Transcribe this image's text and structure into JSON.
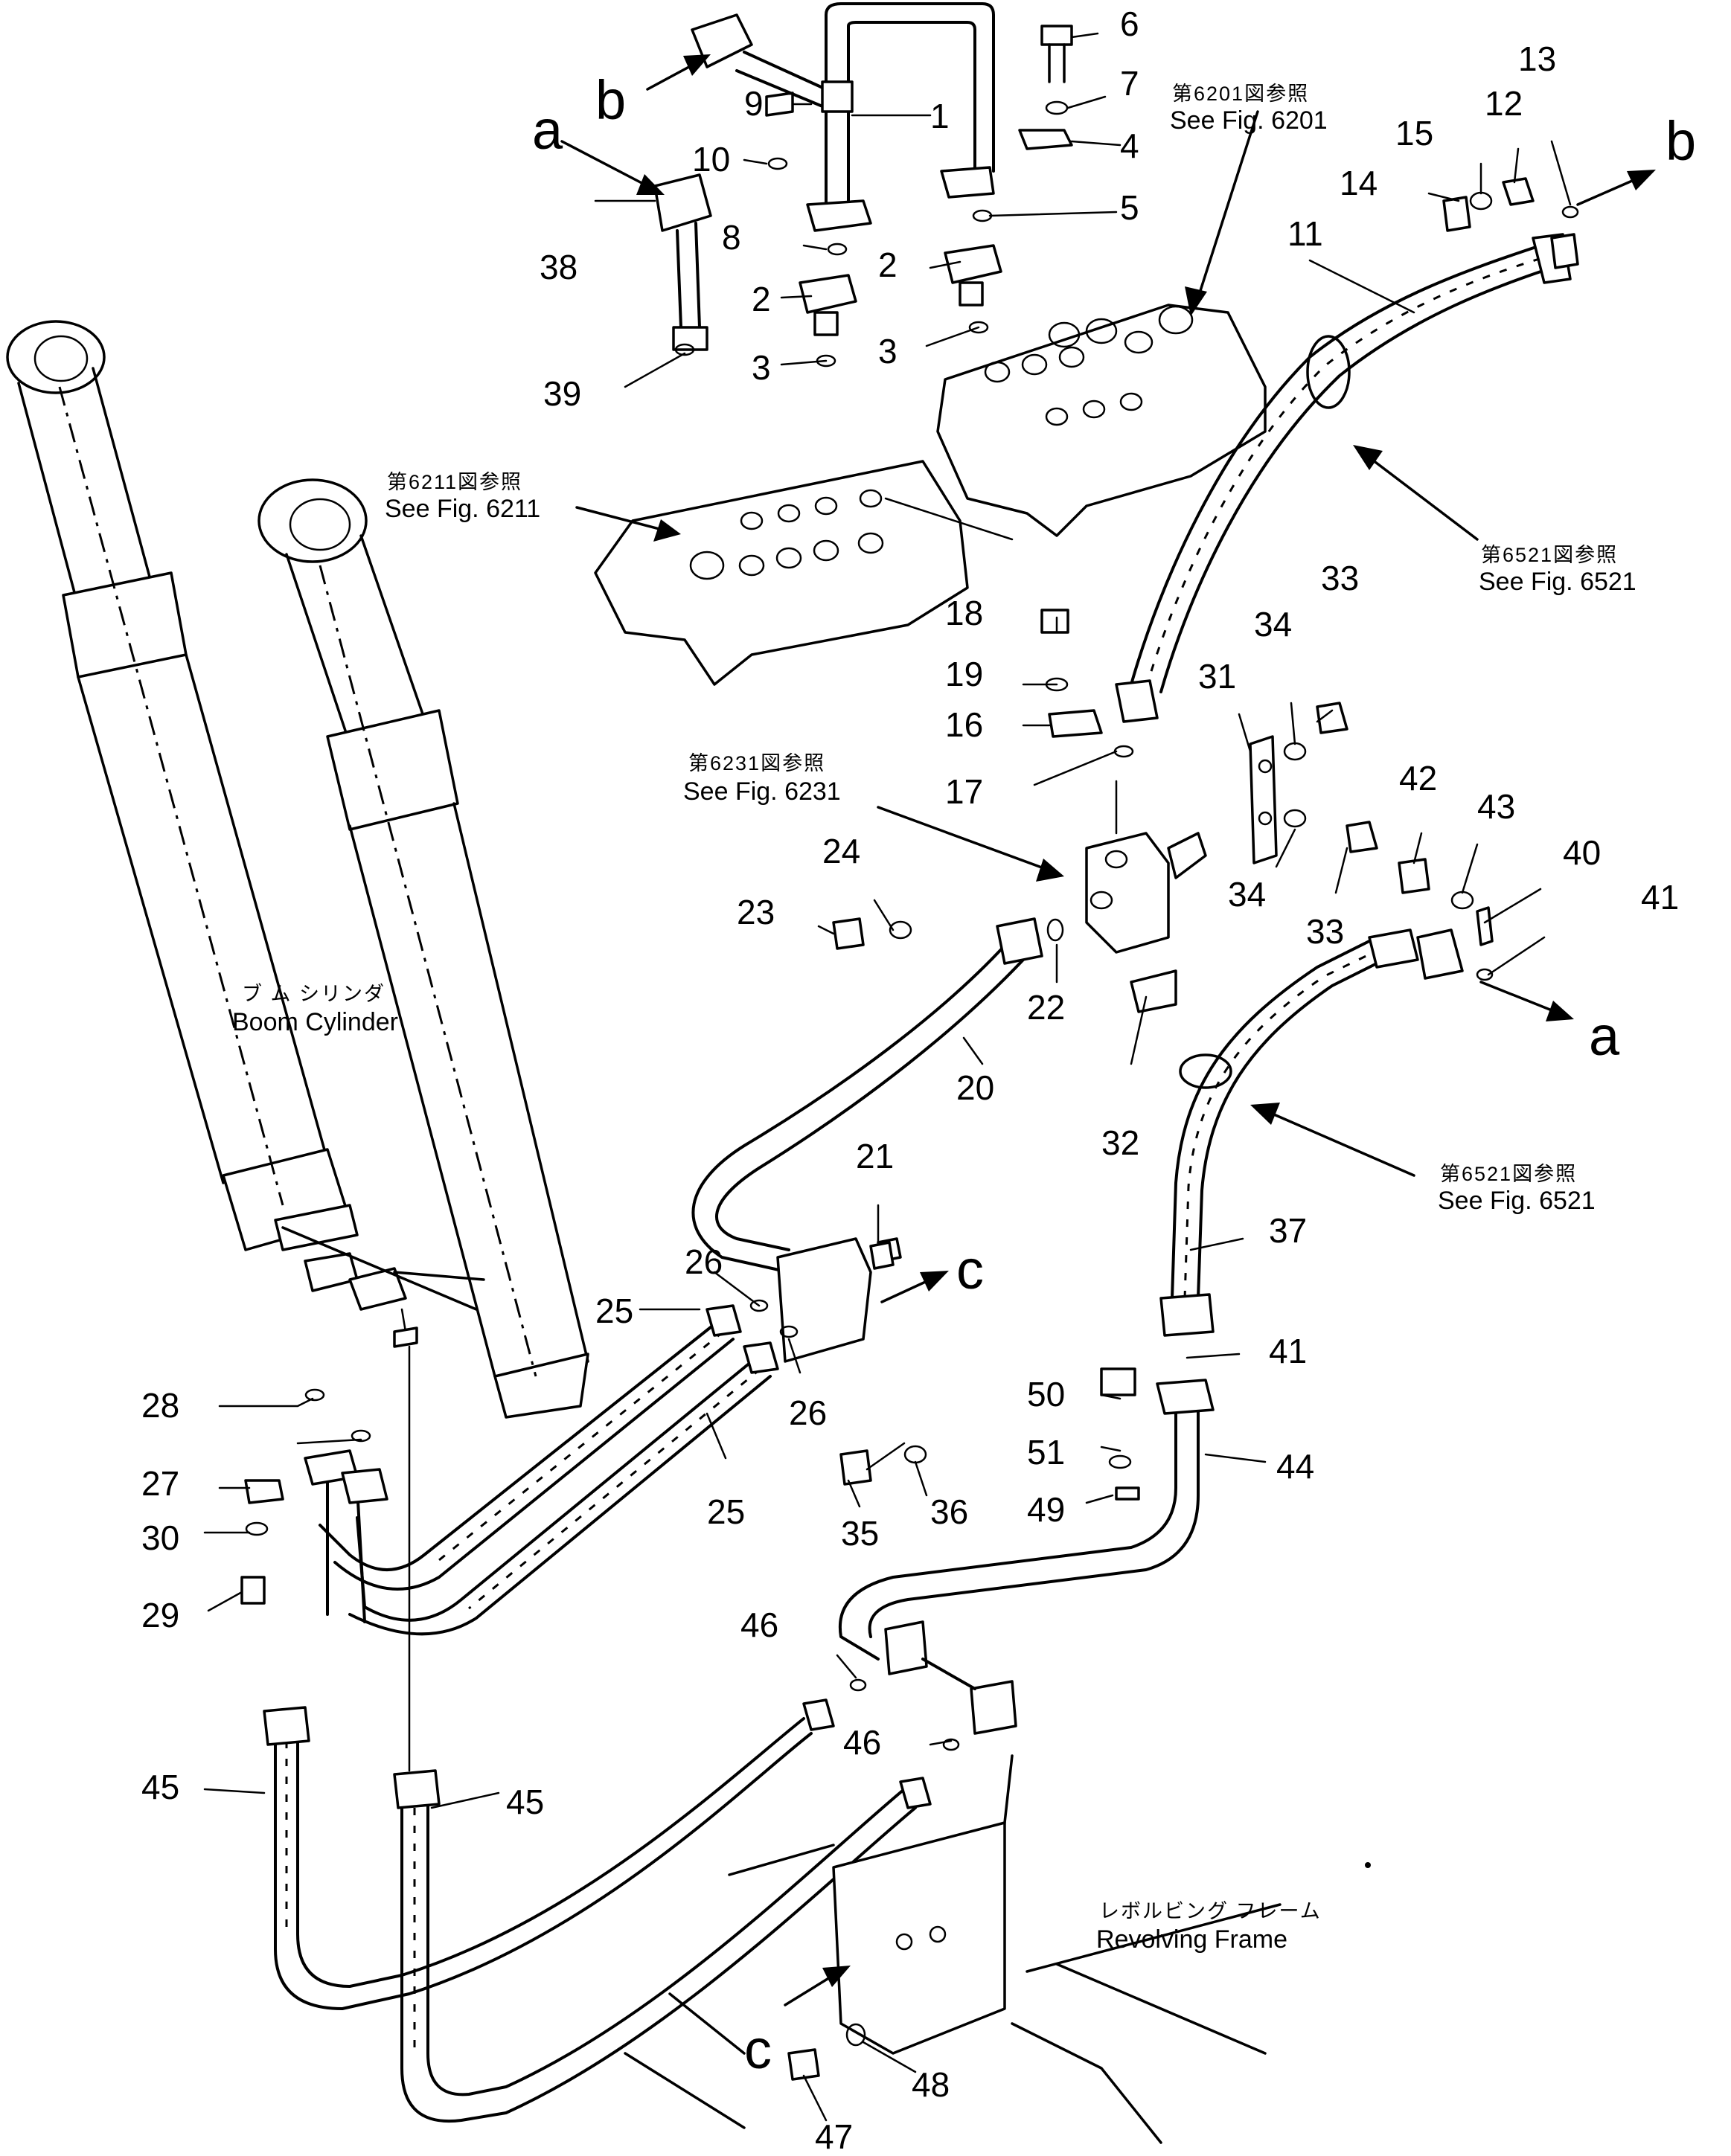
{
  "callouts": [
    "1",
    "2",
    "2",
    "3",
    "3",
    "4",
    "5",
    "6",
    "7",
    "8",
    "9",
    "10",
    "11",
    "12",
    "13",
    "14",
    "15",
    "16",
    "17",
    "18",
    "19",
    "20",
    "21",
    "22",
    "23",
    "24",
    "25",
    "25",
    "26",
    "26",
    "27",
    "28",
    "29",
    "30",
    "31",
    "32",
    "33",
    "33",
    "34",
    "34",
    "35",
    "36",
    "37",
    "38",
    "39",
    "40",
    "41",
    "41",
    "42",
    "43",
    "44",
    "45",
    "45",
    "46",
    "46",
    "47",
    "48",
    "49",
    "50",
    "51"
  ],
  "connection_letters": [
    "a",
    "a",
    "b",
    "b",
    "c",
    "c"
  ],
  "references": [
    {
      "jp": "第6201図参照",
      "en": "See Fig. 6201"
    },
    {
      "jp": "第6211図参照",
      "en": "See Fig. 6211"
    },
    {
      "jp": "第6521図参照",
      "en": "See Fig. 6521"
    },
    {
      "jp": "第6231図参照",
      "en": "See Fig. 6231"
    },
    {
      "jp": "第6521図参照",
      "en": "See Fig. 6521"
    }
  ],
  "component_labels": [
    {
      "jp": "ブ ム シリンダ",
      "en": "Boom Cylinder"
    },
    {
      "jp": "レボルビング フレーム",
      "en": "Revolving Frame"
    }
  ]
}
